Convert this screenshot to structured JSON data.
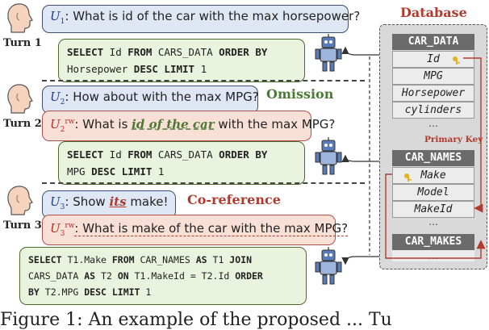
{
  "turns": [
    {
      "label": "Turn 1",
      "question": {
        "speaker": "U",
        "sub": "1",
        "text": ": What is id of the car with the max horsepower?"
      },
      "sql": {
        "line1": [
          "SELECT",
          " Id ",
          "FROM",
          " CARS_DATA ",
          "ORDER BY"
        ],
        "line2": [
          " Horsepower ",
          "DESC LIMIT",
          " 1"
        ]
      }
    },
    {
      "label": "Turn 2",
      "question": {
        "speaker": "U",
        "sub": "2",
        "text": ": How about with the max MPG?"
      },
      "rewrite": {
        "speaker": "U",
        "sub": "2",
        "sup": "rw",
        "pre": ": What is ",
        "emph": "id of the car",
        "post": " with the max MPG?"
      },
      "phenomenon": "Omission",
      "sql": {
        "line1": [
          "SELECT",
          " Id ",
          "FROM",
          " CARS_DATA ",
          "ORDER BY"
        ],
        "line2": [
          " MPG ",
          "DESC LIMIT",
          " 1"
        ]
      }
    },
    {
      "label": "Turn 3",
      "question": {
        "speaker": "U",
        "sub": "3",
        "pre": ": Show ",
        "emph": "its",
        "post": " make!"
      },
      "rewrite": {
        "speaker": "U",
        "sub": "3",
        "sup": "rw",
        "text": ": What is make of the car with the max MPG?"
      },
      "phenomenon": "Co-reference",
      "sql": {
        "line1": [
          "SELECT",
          " T1.Make ",
          "FROM",
          " CAR_NAMES ",
          "AS",
          " T1 ",
          "JOIN"
        ],
        "line2": [
          " CARS_DATA ",
          "AS",
          " T2 ",
          "ON",
          " T1.MakeId = T2.Id ",
          "ORDER"
        ],
        "line3": [
          "BY",
          " T2.MPG ",
          "DESC LIMIT",
          " 1"
        ]
      }
    }
  ],
  "database": {
    "title": "Database",
    "tables": [
      {
        "name": "CAR_DATA",
        "columns": [
          "Id",
          "MPG",
          "Horsepower",
          "cylinders"
        ],
        "more": "…"
      },
      {
        "name": "CAR_NAMES",
        "columns": [
          "Make",
          "Model",
          "MakeId"
        ],
        "more": "…"
      },
      {
        "name": "CAR_MAKES",
        "columns": [],
        "more": "…"
      }
    ],
    "primary_key_label": "Primary Key"
  },
  "caption": "Figure 1: An example of the proposed ... Tu"
}
